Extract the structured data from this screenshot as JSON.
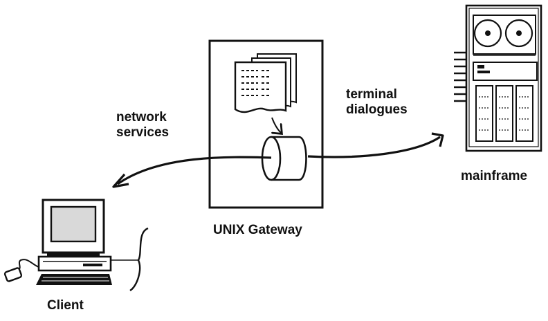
{
  "labels": {
    "network_services": [
      "network",
      "services"
    ],
    "terminal_dialogues": [
      "terminal",
      "dialogues"
    ],
    "gateway": "UNIX Gateway",
    "mainframe": "mainframe",
    "client": "Client"
  },
  "colors": {
    "ink": "#111111",
    "paper": "#ffffff",
    "screen": "#d9d9d9"
  },
  "icons": [
    "document-stack-icon",
    "cylinder-icon",
    "mainframe-icon",
    "client-computer-icon",
    "mouse-icon",
    "keyboard-icon",
    "connection-arrow-icon"
  ]
}
